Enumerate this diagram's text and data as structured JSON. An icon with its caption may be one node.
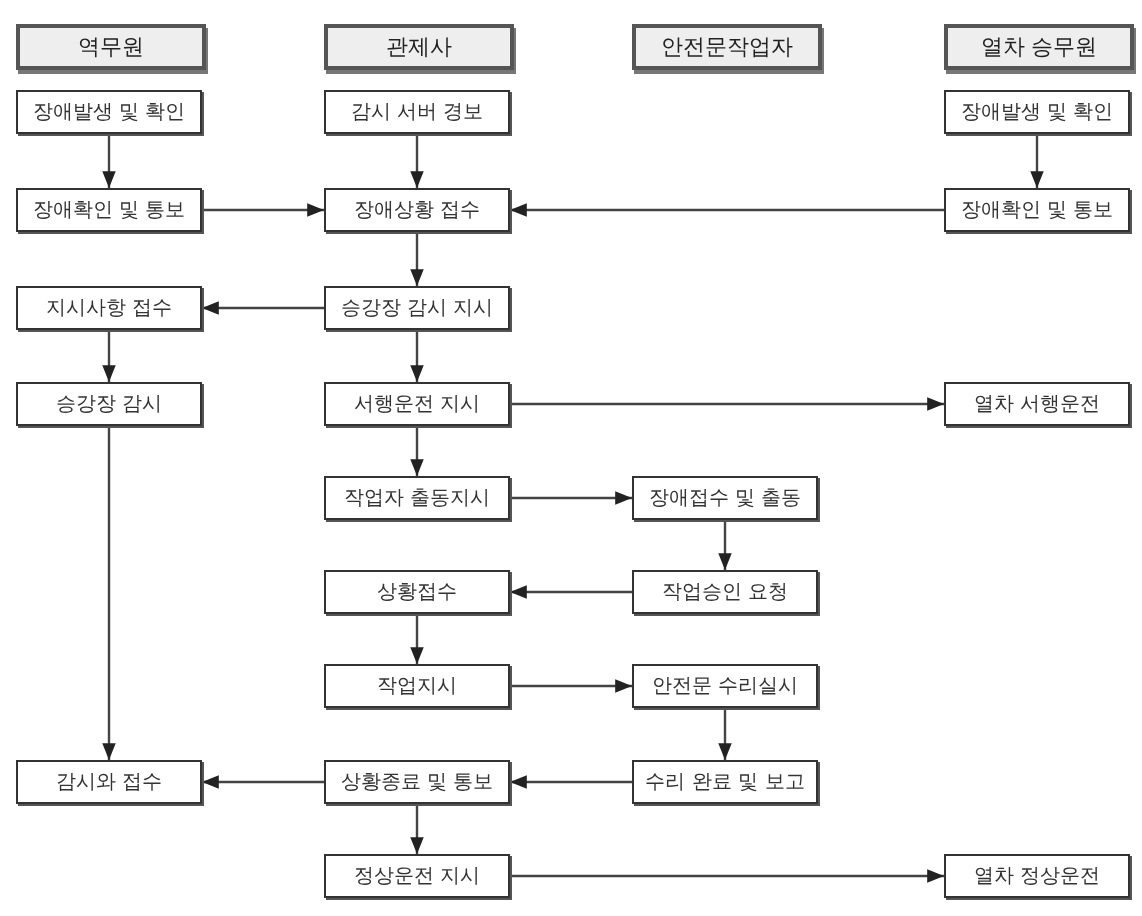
{
  "diagram": {
    "nodes": [
      {
        "text": [
          "역무원"
        ]
      },
      {
        "text": [
          "관제사"
        ]
      },
      {
        "text": [
          "안전문작업자"
        ]
      },
      {
        "text": [
          "열차 승무원"
        ]
      },
      {
        "text": [
          "장애발생 및 확인"
        ]
      },
      {
        "text": [
          "감시 서버 경보"
        ]
      },
      {
        "text": [
          "장애발생 및 확인"
        ]
      },
      {
        "text": [
          "장애확인 및 통보"
        ]
      },
      {
        "text": [
          "장애상황 접수"
        ]
      },
      {
        "text": [
          "장애확인 및 통보"
        ]
      },
      {
        "text": [
          "지시사항 접수"
        ]
      },
      {
        "text": [
          "승강장 감시 지시"
        ]
      },
      {
        "text": [
          "승강장 감시"
        ]
      },
      {
        "text": [
          "서행운전 지시"
        ]
      },
      {
        "text": [
          "열차 서행운전"
        ]
      },
      {
        "text": [
          "작업자 출동지시"
        ]
      },
      {
        "text": [
          "장애접수 및 출동"
        ]
      },
      {
        "text": [
          "상황접수"
        ]
      },
      {
        "text": [
          "작업승인 요청"
        ]
      },
      {
        "text": [
          "작업지시"
        ]
      },
      {
        "text": [
          "안전문 수리실시"
        ]
      },
      {
        "text": [
          "감시와 접수"
        ]
      },
      {
        "text": [
          "상황종료 및 통보"
        ]
      },
      {
        "text": [
          "수리 완료 및 보고"
        ]
      },
      {
        "text": [
          "정상운전 지시"
        ]
      },
      {
        "text": [
          "열차 정상운전"
        ]
      }
    ],
    "edges": [
      {
        "from": 4,
        "to": 7,
        "arrow": "to"
      },
      {
        "from": 5,
        "to": 8,
        "arrow": "to"
      },
      {
        "from": 6,
        "to": 9,
        "arrow": "to"
      },
      {
        "from": 7,
        "to": 8,
        "arrow": "to"
      },
      {
        "from": 9,
        "to": 8,
        "arrow": "to"
      },
      {
        "from": 8,
        "to": 11,
        "arrow": "to"
      },
      {
        "from": 11,
        "to": 10,
        "arrow": "to"
      },
      {
        "from": 10,
        "to": 12,
        "arrow": "to"
      },
      {
        "from": 11,
        "to": 13,
        "arrow": "to"
      },
      {
        "from": 13,
        "to": 14,
        "arrow": "to"
      },
      {
        "from": 12,
        "to": 21,
        "arrow": "to"
      },
      {
        "from": 13,
        "to": 15,
        "arrow": "to"
      },
      {
        "from": 15,
        "to": 16,
        "arrow": "to"
      },
      {
        "from": 16,
        "to": 18,
        "arrow": "to"
      },
      {
        "from": 18,
        "to": 17,
        "arrow": "to"
      },
      {
        "from": 17,
        "to": 19,
        "arrow": "to"
      },
      {
        "from": 19,
        "to": 20,
        "arrow": "to"
      },
      {
        "from": 20,
        "to": 23,
        "arrow": "to"
      },
      {
        "from": 23,
        "to": 22,
        "arrow": "to"
      },
      {
        "from": 22,
        "to": 21,
        "arrow": "to"
      },
      {
        "from": 22,
        "to": 24,
        "arrow": "to"
      },
      {
        "from": 24,
        "to": 25,
        "arrow": "to"
      }
    ]
  }
}
